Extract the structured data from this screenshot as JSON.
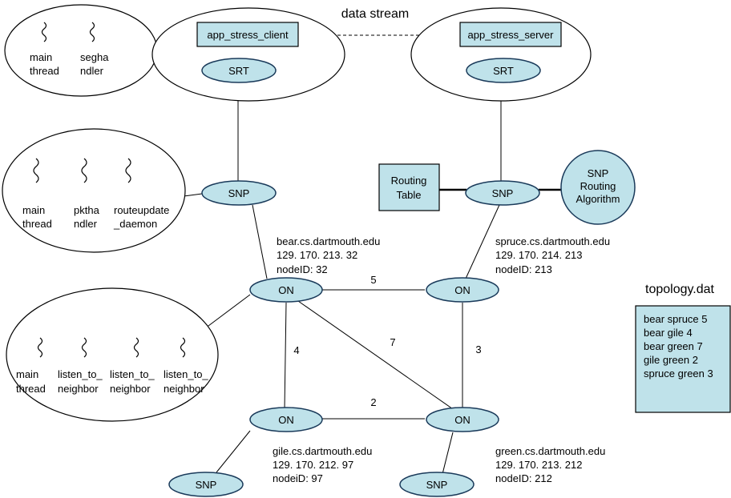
{
  "title": "data stream",
  "app_client": "app_stress_client",
  "app_server": "app_stress_server",
  "srt": "SRT",
  "snp": "SNP",
  "on": "ON",
  "routing_table": [
    "Routing",
    "Table"
  ],
  "routing_algo": [
    "SNP",
    "Routing",
    "Algorithm"
  ],
  "client_threads": [
    {
      "l1": "main",
      "l2": "thread"
    },
    {
      "l1": "segha",
      "l2": "ndler"
    }
  ],
  "snp_threads": [
    {
      "l1": "main",
      "l2": "thread"
    },
    {
      "l1": "pktha",
      "l2": "ndler"
    },
    {
      "l1": "routeupdate",
      "l2": "_daemon"
    }
  ],
  "on_threads": [
    {
      "l1": "main",
      "l2": "thread"
    },
    {
      "l1": "listen_to_",
      "l2": "neighbor"
    },
    {
      "l1": "listen_to_",
      "l2": "neighbor"
    },
    {
      "l1": "listen_to_",
      "l2": "neighbor"
    }
  ],
  "hosts": {
    "bear": [
      "bear.cs.dartmouth.edu",
      "129. 170. 213. 32",
      "nodeID: 32"
    ],
    "spruce": [
      "spruce.cs.dartmouth.edu",
      "129. 170. 214. 213",
      "nodeID: 213"
    ],
    "gile": [
      "gile.cs.dartmouth.edu",
      "129. 170. 212. 97",
      "nodeiD: 97"
    ],
    "green": [
      "green.cs.dartmouth.edu",
      "129. 170. 213. 212",
      "nodeID: 212"
    ]
  },
  "edges": {
    "bear_spruce": "5",
    "bear_gile": "4",
    "bear_green": "7",
    "spruce_green": "3",
    "gile_green": "2"
  },
  "topology_title": "topology.dat",
  "topology_lines": [
    "bear  spruce  5",
    "bear gile 4",
    "bear green 7",
    "gile green 2",
    "spruce green 3"
  ]
}
